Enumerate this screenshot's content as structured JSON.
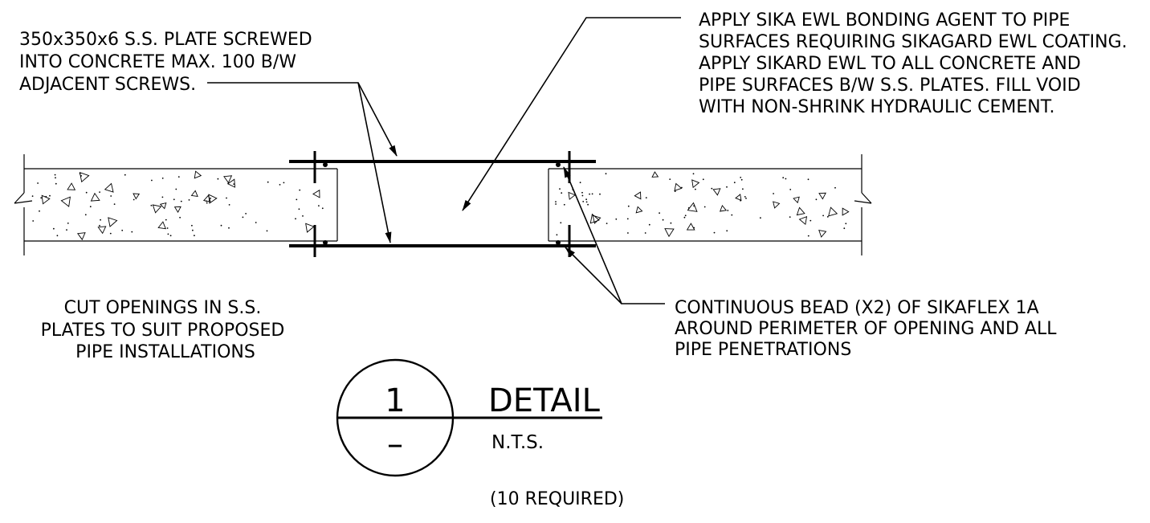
{
  "notes": {
    "plate": [
      "350x350x6 S.S. PLATE SCREWED",
      "INTO CONCRETE MAX. 100 B/W",
      "ADJACENT SCREWS."
    ],
    "bonding": [
      "APPLY SIKA EWL BONDING AGENT TO PIPE",
      "SURFACES REQUIRING SIKAGARD EWL COATING.",
      "APPLY SIKARD EWL TO ALL CONCRETE AND",
      "PIPE SURFACES B/W S.S. PLATES. FILL VOID",
      "WITH NON-SHRINK HYDRAULIC CEMENT."
    ],
    "openings": [
      "CUT OPENINGS IN S.S.",
      "PLATES TO SUIT PROPOSED",
      "PIPE INSTALLATIONS"
    ],
    "bead": [
      "CONTINUOUS BEAD (X2) OF SIKAFLEX 1A",
      "AROUND PERIMETER OF OPENING AND ALL",
      "PIPE PENETRATIONS"
    ]
  },
  "detail": {
    "number": "1",
    "sheet": "–",
    "title": "DETAIL",
    "scale": "N.T.S.",
    "required": "(10 REQUIRED)"
  }
}
